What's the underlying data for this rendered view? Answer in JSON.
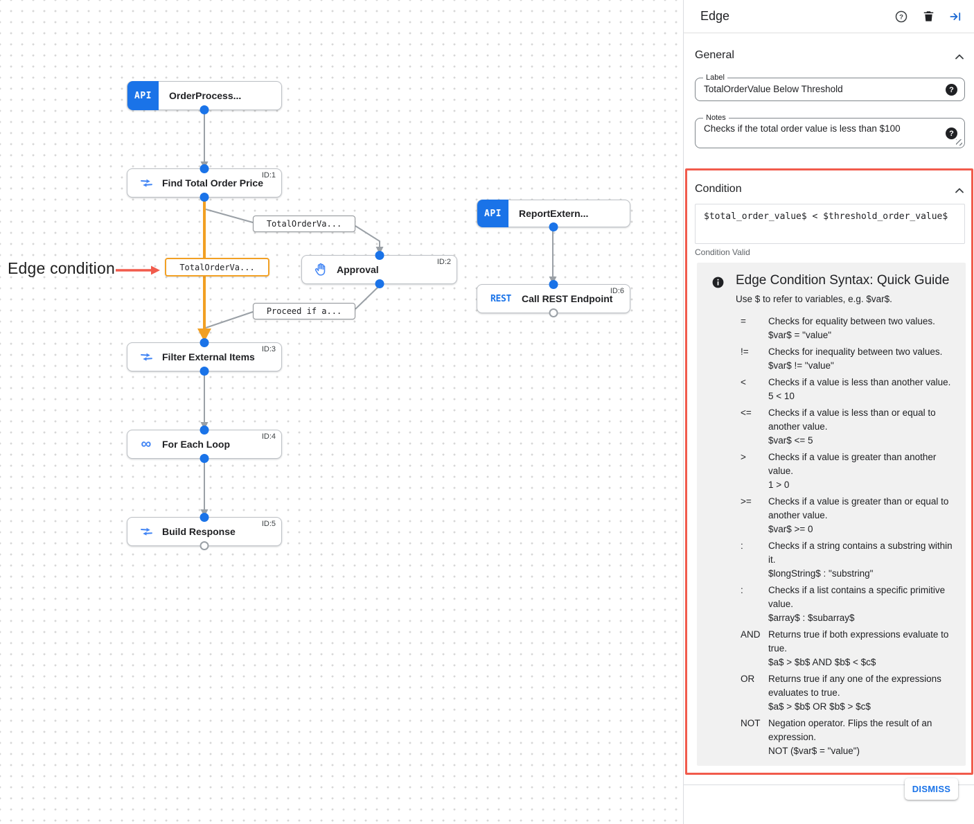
{
  "colors": {
    "accent_blue": "#1a73e8",
    "icon_blue": "#4285f4",
    "edge_gray": "#9aa0a6",
    "edge_orange": "#f2a024",
    "highlight_red": "#f15b4c",
    "guide_bg": "#f1f1f1"
  },
  "canvas": {
    "annotation": {
      "text": "Edge condition"
    },
    "nodes": [
      {
        "title": "OrderProcess...",
        "id_label": "",
        "icon": "api-badge"
      },
      {
        "title": "Find Total Order Price",
        "id_label": "ID:1",
        "icon": "data-mapping-icon"
      },
      {
        "title": "Approval",
        "id_label": "ID:2",
        "icon": "hand-icon"
      },
      {
        "title": "ReportExtern...",
        "id_label": "",
        "icon": "api-badge"
      },
      {
        "title": "Call REST Endpoint",
        "id_label": "ID:6",
        "icon": "rest-icon"
      },
      {
        "title": "Filter External Items",
        "id_label": "ID:3",
        "icon": "data-mapping-icon"
      },
      {
        "title": "For Each Loop",
        "id_label": "ID:4",
        "icon": "infinity-icon"
      },
      {
        "title": "Build Response",
        "id_label": "ID:5",
        "icon": "data-mapping-icon"
      }
    ],
    "api_badge_text": "API",
    "rest_badge_text": "REST",
    "infinity_glyph": "∞",
    "edge_labels": [
      {
        "text": "TotalOrderVa..."
      },
      {
        "text": "TotalOrderVa...",
        "highlighted": true
      },
      {
        "text": "Proceed if a..."
      }
    ]
  },
  "panel": {
    "title": "Edge",
    "header_icons": [
      "help-icon",
      "delete-icon",
      "collapse-panel-icon"
    ],
    "general": {
      "heading": "General",
      "label_field": {
        "label": "Label",
        "value": "TotalOrderValue Below Threshold"
      },
      "notes_field": {
        "label": "Notes",
        "value": "Checks if the total order value is less than $100"
      }
    },
    "condition": {
      "heading": "Condition",
      "expression": "$total_order_value$ < $threshold_order_value$",
      "status": "Condition Valid",
      "guide": {
        "title": "Edge Condition Syntax: Quick Guide",
        "subtitle": "Use $ to refer to variables, e.g. $var$.",
        "rows": [
          {
            "op": "=",
            "desc": "Checks for equality between two values.",
            "example": "$var$ = \"value\""
          },
          {
            "op": "!=",
            "desc": "Checks for inequality between two values.",
            "example": "$var$ != \"value\""
          },
          {
            "op": "<",
            "desc": "Checks if a value is less than another value.",
            "example": "5 < 10"
          },
          {
            "op": "<=",
            "desc": "Checks if a value is less than or equal to another value.",
            "example": "$var$ <= 5"
          },
          {
            "op": ">",
            "desc": "Checks if a value is greater than another value.",
            "example": "1 > 0"
          },
          {
            "op": ">=",
            "desc": "Checks if a value is greater than or equal to another value.",
            "example": "$var$ >= 0"
          },
          {
            "op": ":",
            "desc": "Checks if a string contains a substring within it.",
            "example": "$longString$ : \"substring\""
          },
          {
            "op": ":",
            "desc": "Checks if a list contains a specific primitive value.",
            "example": "$array$ : $subarray$"
          },
          {
            "op": "AND",
            "desc": "Returns true if both expressions evaluate to true.",
            "example": "$a$ > $b$ AND $b$ < $c$"
          },
          {
            "op": "OR",
            "desc": "Returns true if any one of the expressions evaluates to true.",
            "example": "$a$ > $b$ OR $b$ > $c$"
          },
          {
            "op": "NOT",
            "desc": "Negation operator. Flips the result of an expression.",
            "example": "NOT ($var$ = \"value\")"
          }
        ]
      }
    },
    "dismiss_label": "DISMISS"
  }
}
